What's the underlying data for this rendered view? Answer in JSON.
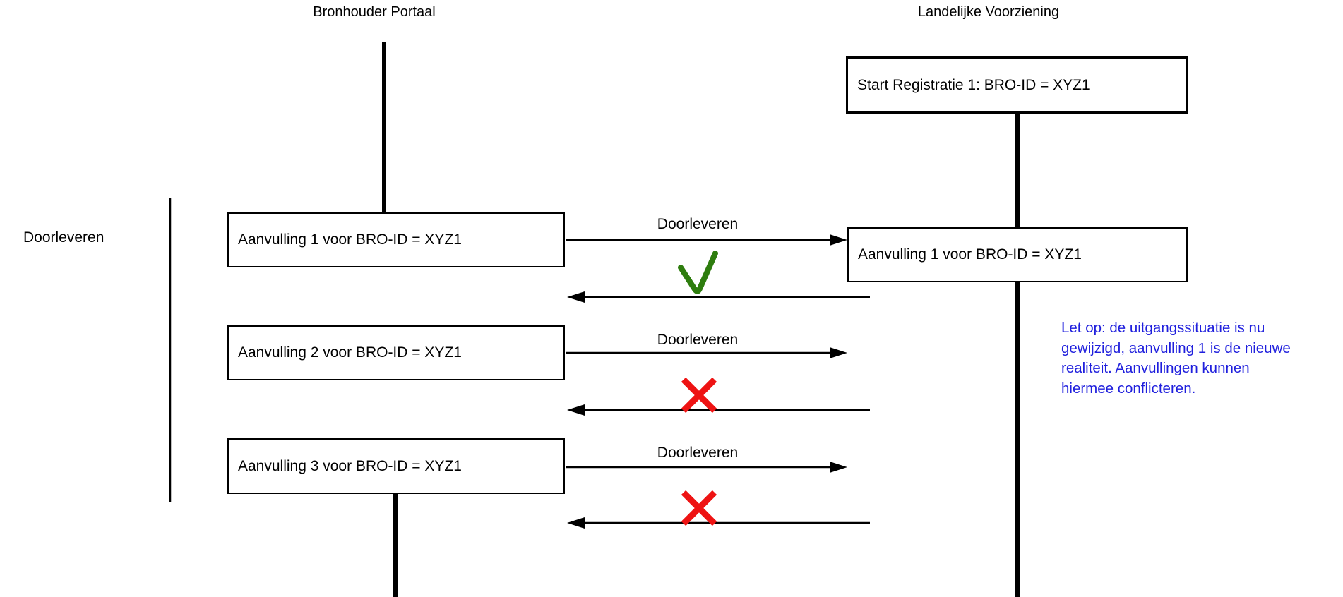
{
  "diagram": {
    "lanes": [
      {
        "title": "Bronhouder Portaal"
      },
      {
        "title": "Landelijke Voorziening"
      }
    ],
    "side_label": "Doorleveren",
    "start_box": "Start Registratie 1: BRO-ID = XYZ1",
    "left_boxes": [
      "Aanvulling 1 voor BRO-ID = XYZ1",
      "Aanvulling 2 voor BRO-ID = XYZ1",
      "Aanvulling 3 voor BRO-ID = XYZ1"
    ],
    "result_box": "Aanvulling 1 voor BRO-ID = XYZ1",
    "messages": [
      {
        "label": "Doorleveren",
        "result": "success",
        "result_icon": "check-icon"
      },
      {
        "label": "Doorleveren",
        "result": "failure",
        "result_icon": "cross-icon"
      },
      {
        "label": "Doorleveren",
        "result": "failure",
        "result_icon": "cross-icon"
      }
    ],
    "note": {
      "lines": [
        "Let op: de uitgangssituatie is nu",
        "gewijzigd, aanvulling 1 is de nieuwe",
        "realiteit. Aanvullingen kunnen",
        "hiermee conflicteren."
      ]
    }
  },
  "colors": {
    "line": "#000000",
    "check_green": "#2e7d0e",
    "cross_red": "#ee1313",
    "note_blue": "#1f1fdd"
  }
}
